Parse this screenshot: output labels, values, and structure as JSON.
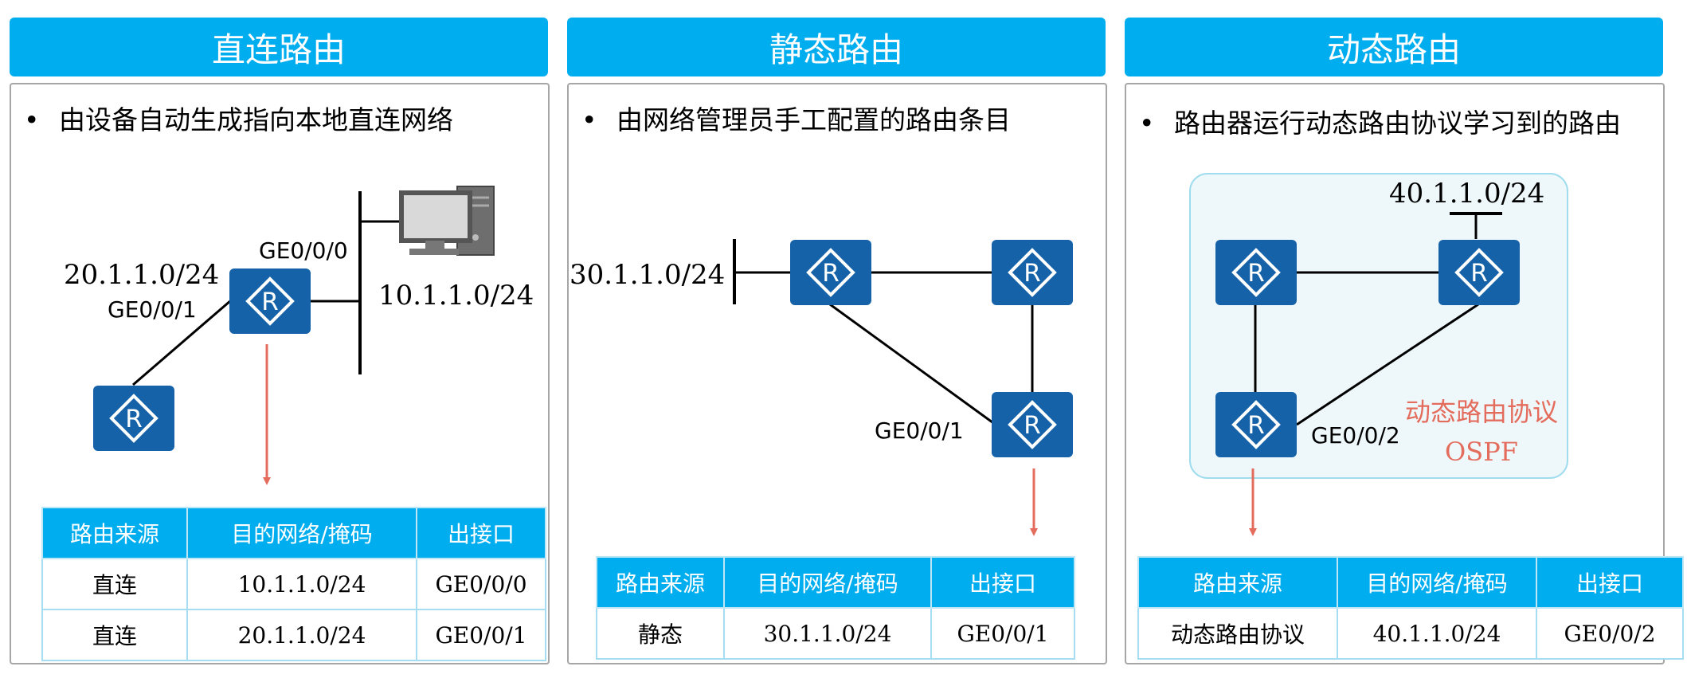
{
  "colors": {
    "header_bg": "#00AEEF",
    "router_bg": "#1662A8",
    "arrow": "#E46C5C",
    "protocol_text": "#E46C5C",
    "ospf_area_bg": "#EEF8FB",
    "ospf_area_border": "#9FDCEE"
  },
  "panels": [
    {
      "title": "直连路由",
      "bullet": "由设备自动生成指向本地直连网络",
      "diagram": {
        "net_a": "20.1.1.0/24",
        "if_a": "GE0/0/1",
        "if_b": "GE0/0/0",
        "net_b": "10.1.1.0/24"
      },
      "table": {
        "headers": [
          "路由来源",
          "目的网络/掩码",
          "出接口"
        ],
        "rows": [
          [
            "直连",
            "10.1.1.0/24",
            "GE0/0/0"
          ],
          [
            "直连",
            "20.1.1.0/24",
            "GE0/0/1"
          ]
        ]
      }
    },
    {
      "title": "静态路由",
      "bullet": "由网络管理员手工配置的路由条目",
      "diagram": {
        "net_a": "30.1.1.0/24",
        "if_a": "GE0/0/1"
      },
      "table": {
        "headers": [
          "路由来源",
          "目的网络/掩码",
          "出接口"
        ],
        "rows": [
          [
            "静态",
            "30.1.1.0/24",
            "GE0/0/1"
          ]
        ]
      }
    },
    {
      "title": "动态路由",
      "bullet": "路由器运行动态路由协议学习到的路由",
      "diagram": {
        "net_a": "40.1.1.0/24",
        "if_a": "GE0/0/2",
        "protocol_line1": "动态路由协议",
        "protocol_line2": "OSPF"
      },
      "table": {
        "headers": [
          "路由来源",
          "目的网络/掩码",
          "出接口"
        ],
        "rows": [
          [
            "动态路由协议",
            "40.1.1.0/24",
            "GE0/0/2"
          ]
        ]
      }
    }
  ],
  "icons": {
    "router": "router-icon",
    "pc": "pc-icon",
    "bullet": "bullet-dot"
  }
}
